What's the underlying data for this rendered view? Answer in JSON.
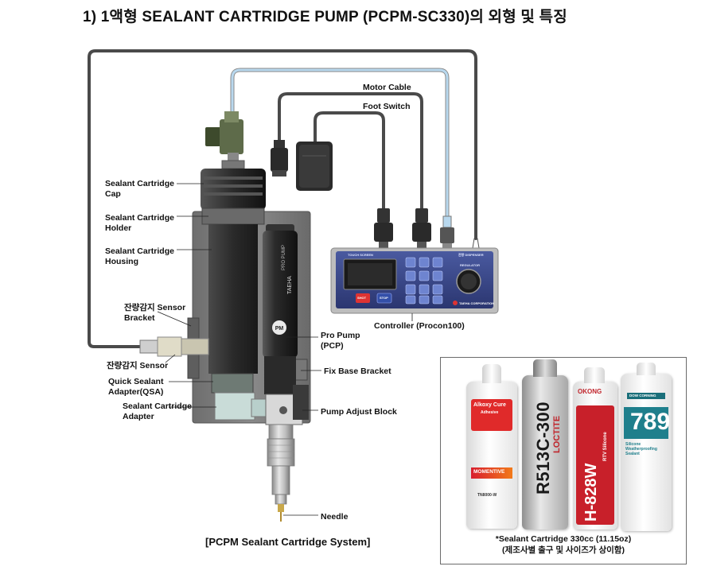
{
  "title": "1) 1액형 SEALANT CARTRIDGE PUMP (PCPM-SC330)의 외형 및 특징",
  "labels": {
    "motor_cable": "Motor Cable",
    "foot_switch": "Foot Switch",
    "cartridge_cap": [
      "Sealant Cartridge",
      "Cap"
    ],
    "cartridge_holder": [
      "Sealant Cartridge",
      "Holder"
    ],
    "cartridge_housing": [
      "Sealant Cartridge",
      "Housing"
    ],
    "sensor_bracket": [
      "잔량감지 Sensor",
      "Bracket"
    ],
    "sensor": "잔량감지 Sensor",
    "qsa": [
      "Quick Sealant",
      "Adapter(QSA)"
    ],
    "cartridge_adapter": [
      "Sealant Cartridge",
      "Adapter"
    ],
    "pro_pump": [
      "Pro Pump",
      "(PCP)"
    ],
    "fix_base_bracket": "Fix Base Bracket",
    "pump_adjust_block": "Pump Adjust Block",
    "needle": "Needle",
    "controller": "Controller (Procon100)"
  },
  "system_caption": "[PCPM Sealant Cartridge System]",
  "controller_panel": {
    "touch_screen": "TOUCH SCREEN",
    "shot": "SHOT",
    "stop": "STOP",
    "regulator": "REGULATOR",
    "brand": "TAEHA CORPORATION",
    "ko_label": "잔량 DISPENSER"
  },
  "pump_text": {
    "brand": "TAEHA",
    "model": "PRO PUMP"
  },
  "cartridges": [
    {
      "brand": "Alkoxy Cure",
      "sub": "Adhesive",
      "maker": "MOMENTIVE",
      "code": "TN8000-W"
    },
    {
      "brand": "LOCTITE",
      "code": "R513C-300"
    },
    {
      "brand": "OKONG",
      "sub": "RTV Silicone",
      "code": "H-828W"
    },
    {
      "brand": "DOW CORNING",
      "code": "789",
      "sub": "Silicone Weatherproofing Sealant"
    }
  ],
  "photo_caption": [
    "*Sealant Cartridge 330cc (11.15oz)",
    "(제조사별 출구 및 사이즈가 상이함)"
  ],
  "colors": {
    "air_hose": "#b8d8ee",
    "cable": "#4a4a4a",
    "housing_plate": "#7d7d7d",
    "controller_face": "#3b4a86"
  }
}
